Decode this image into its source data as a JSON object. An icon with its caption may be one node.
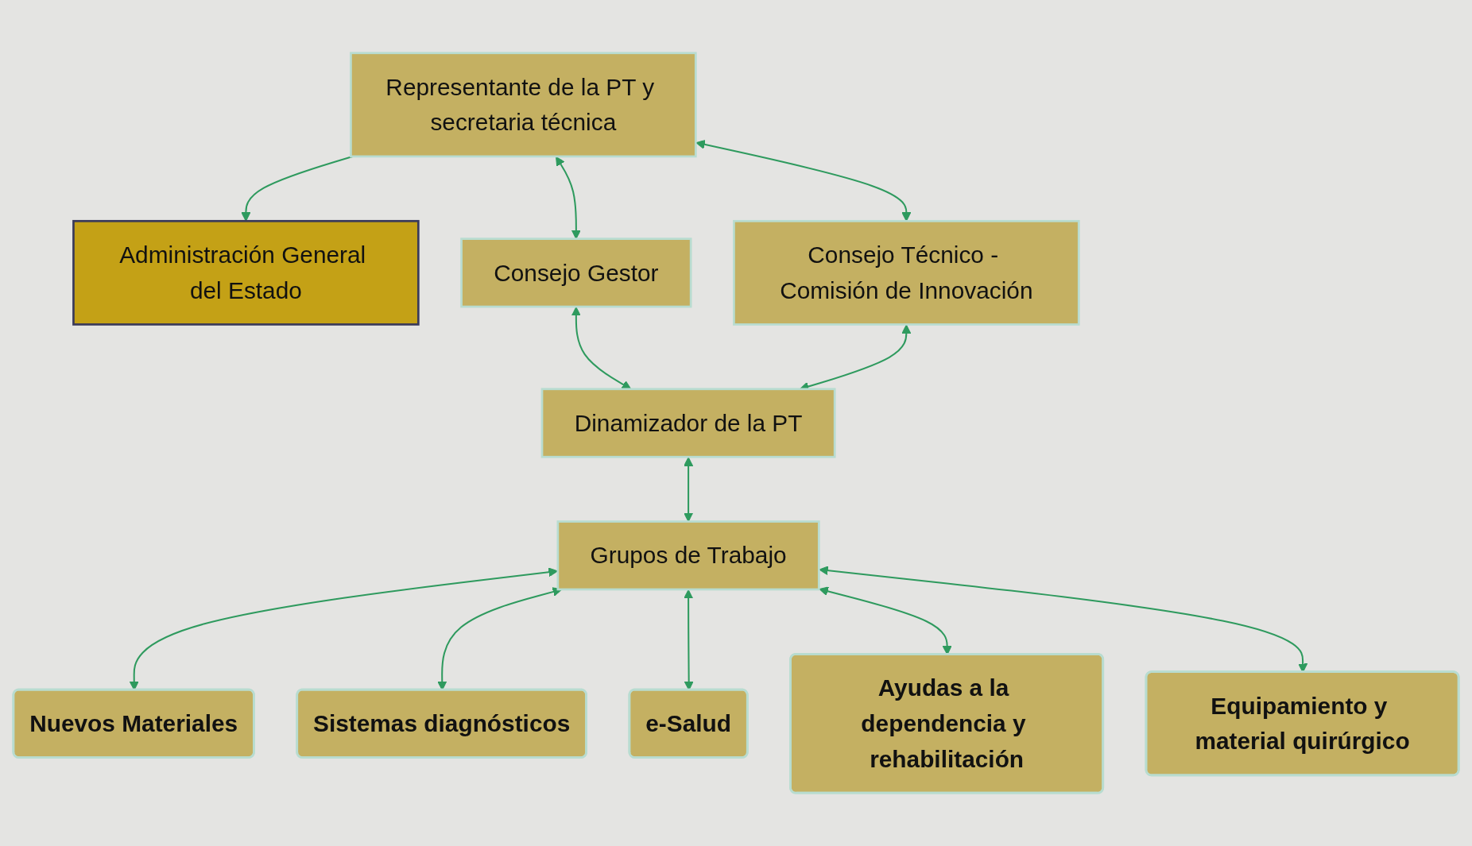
{
  "diagram": {
    "nodes": [
      {
        "text": [
          "Administración General del Estado"
        ]
      },
      {
        "text": [
          "Representante de la PT y secretaria técnica"
        ]
      },
      {
        "text": [
          "Consejo Gestor"
        ]
      },
      {
        "text": [
          "Consejo Técnico - Comisión de Innovación"
        ]
      },
      {
        "text": [
          "Dinamizador de la PT"
        ]
      },
      {
        "text": [
          "Grupos de Trabajo"
        ]
      },
      {
        "text": [
          "Nuevos Materiales"
        ]
      },
      {
        "text": [
          "Sistemas diagnósticos"
        ]
      },
      {
        "text": [
          "e-Salud"
        ]
      },
      {
        "text": [
          "Ayudas a la dependencia y rehabilitación"
        ]
      },
      {
        "text": [
          "Equipamiento y material quirúrgico"
        ]
      }
    ],
    "edges": [
      {
        "from": 1,
        "to": 0,
        "arrow": "to"
      },
      {
        "from": 1,
        "to": 2,
        "arrow": "both"
      },
      {
        "from": 1,
        "to": 3,
        "arrow": "both"
      },
      {
        "from": 2,
        "to": 4,
        "arrow": "both"
      },
      {
        "from": 3,
        "to": 4,
        "arrow": "both"
      },
      {
        "from": 4,
        "to": 5,
        "arrow": "both"
      },
      {
        "from": 5,
        "to": 6,
        "arrow": "both"
      },
      {
        "from": 5,
        "to": 7,
        "arrow": "both"
      },
      {
        "from": 5,
        "to": 8,
        "arrow": "both"
      },
      {
        "from": 5,
        "to": 9,
        "arrow": "both"
      },
      {
        "from": 5,
        "to": 10,
        "arrow": "both"
      }
    ]
  }
}
